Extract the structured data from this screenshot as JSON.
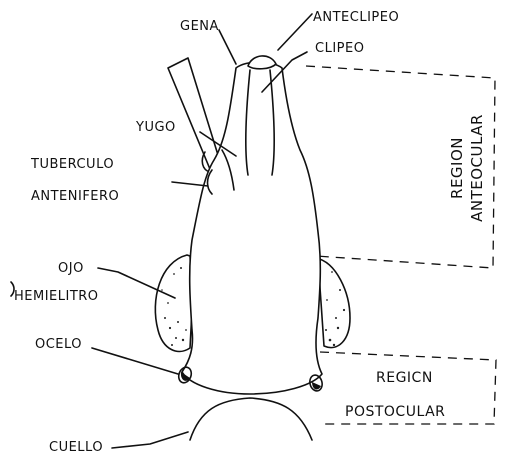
{
  "labels": {
    "gena": "GENA",
    "anteclipeo": "ANTECLIPEO",
    "clipeo": "CLIPEO",
    "yugo": "YUGO",
    "tuberculo_1": "TUBERCULO",
    "tuberculo_2": "ANTENIFERO",
    "ojo": "OJO",
    "hemielitro": "HEMIELITRO",
    "ocelo": "OCELO",
    "cuello": "CUELLO",
    "region_anteocular_1": "REGION",
    "region_anteocular_2": "ANTEOCULAR",
    "region_postocular_1": "REGICN",
    "region_postocular_2": "POSTOCULAR"
  }
}
